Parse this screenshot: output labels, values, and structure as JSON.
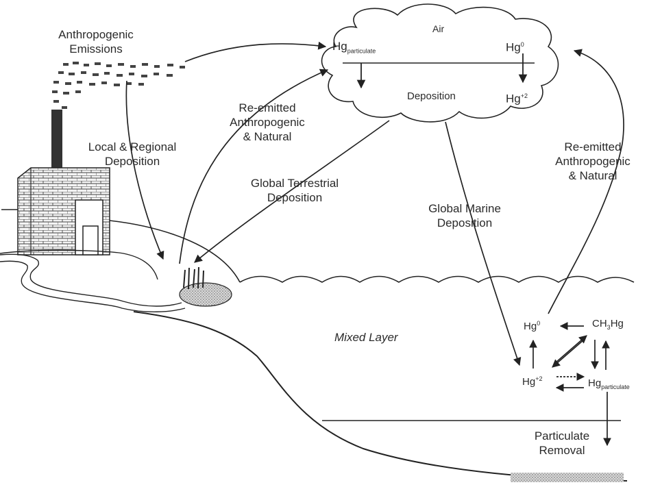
{
  "labels": {
    "anthropogenic_emissions": "Anthropogenic\nEmissions",
    "air": "Air",
    "hg_particulate_air": "Hg",
    "hg_particulate_air_sub": "particulate",
    "hg0_air": "Hg",
    "hg0_air_sup": "0",
    "hg2_air": "Hg",
    "hg2_air_sup": "+2",
    "deposition": "Deposition",
    "reemitted_left": "Re-emitted\nAnthropogenic\n& Natural",
    "local_regional": "Local & Regional\nDeposition",
    "global_terrestrial": "Global Terrestrial\nDeposition",
    "global_marine": "Global Marine\nDeposition",
    "reemitted_right": "Re-emitted\nAnthropogenic\n& Natural",
    "mixed_layer": "Mixed Layer",
    "hg0_water": "Hg",
    "hg0_water_sup": "0",
    "ch3hg": "CH",
    "ch3hg_sub": "3",
    "ch3hg_tail": "Hg",
    "hg2_water": "Hg",
    "hg2_water_sup": "+2",
    "hg_particulate_water": "Hg",
    "hg_particulate_water_sub": "particulate",
    "particulate_removal": "Particulate\nRemoval"
  }
}
